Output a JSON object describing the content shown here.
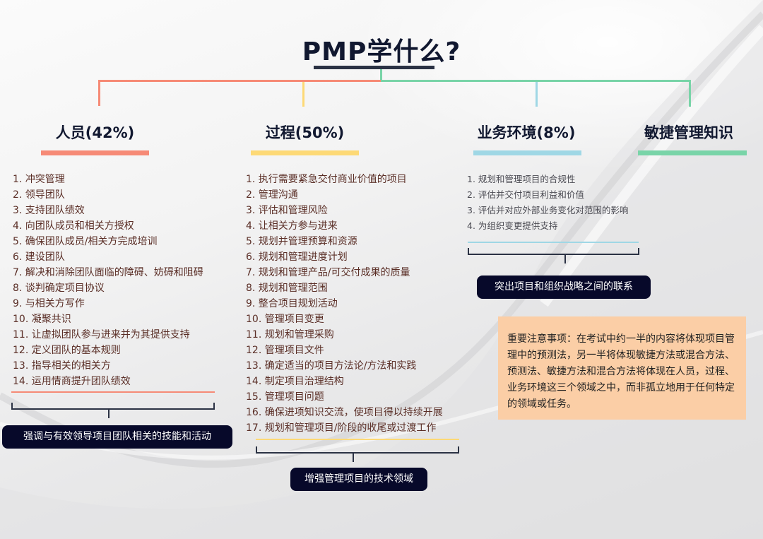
{
  "title": "PMP学什么?",
  "colors": {
    "people": "#f68a76",
    "process": "#fdd976",
    "business": "#9fd7e5",
    "agile": "#79d4a8",
    "dark": "#07092a",
    "note_bg": "#fbcea6"
  },
  "domains": [
    {
      "heading": "人员(42%)",
      "items": [
        "1. 冲突管理",
        "2. 领导团队",
        "3. 支持团队绩效",
        "4. 向团队成员和相关方授权",
        "5. 确保团队成员/相关方完成培训",
        "6. 建设团队",
        "7. 解决和消除团队面临的障碍、妨碍和阻碍",
        "8. 谈判确定项目协议",
        "9. 与相关方写作",
        "10. 凝聚共识",
        "11. 让虚拟团队参与进来并为其提供支持",
        "12. 定义团队的基本规则",
        "13. 指导相关的相关方",
        "14. 运用情商提升团队绩效"
      ],
      "summary": "强调与有效领导项目团队相关的技能和活动"
    },
    {
      "heading": "过程(50%)",
      "items": [
        "1. 执行需要紧急交付商业价值的项目",
        "2. 管理沟通",
        "3. 评估和管理风险",
        "4. 让相关方参与进来",
        "5. 规划并管理预算和资源",
        "6. 规划和管理进度计划",
        "7. 规划和管理产品/可交付成果的质量",
        "8. 规划和管理范围",
        "9. 整合项目规划活动",
        "10. 管理项目变更",
        "11. 规划和管理采购",
        "12. 管理项目文件",
        "13. 确定适当的项目方法论/方法和实践",
        "14. 制定项目治理结构",
        "15. 管理项目问题",
        "16. 确保进项知识交流，使项目得以持续开展",
        "17. 规划和管理项目/阶段的收尾或过渡工作"
      ],
      "summary": "增强管理项目的技术领域"
    },
    {
      "heading": "业务环境(8%)",
      "items": [
        "1. 规划和管理项目的合规性",
        "2. 评估并交付项目利益和价值",
        "3. 评估并对应外部业务变化对范围的影响",
        "4. 为组织变更提供支持"
      ],
      "summary": "突出项目和组织战略之间的联系"
    },
    {
      "heading": "敏捷管理知识"
    }
  ],
  "note": "重要注意事项：在考试中约一半的内容将体现项目管理中的预测法，另一半将体现敏捷方法或混合方法、预测法、敏捷方法和混合方法将体现在人员，过程、业务环境这三个领域之中，而非孤立地用于任何特定的领域或任务。"
}
